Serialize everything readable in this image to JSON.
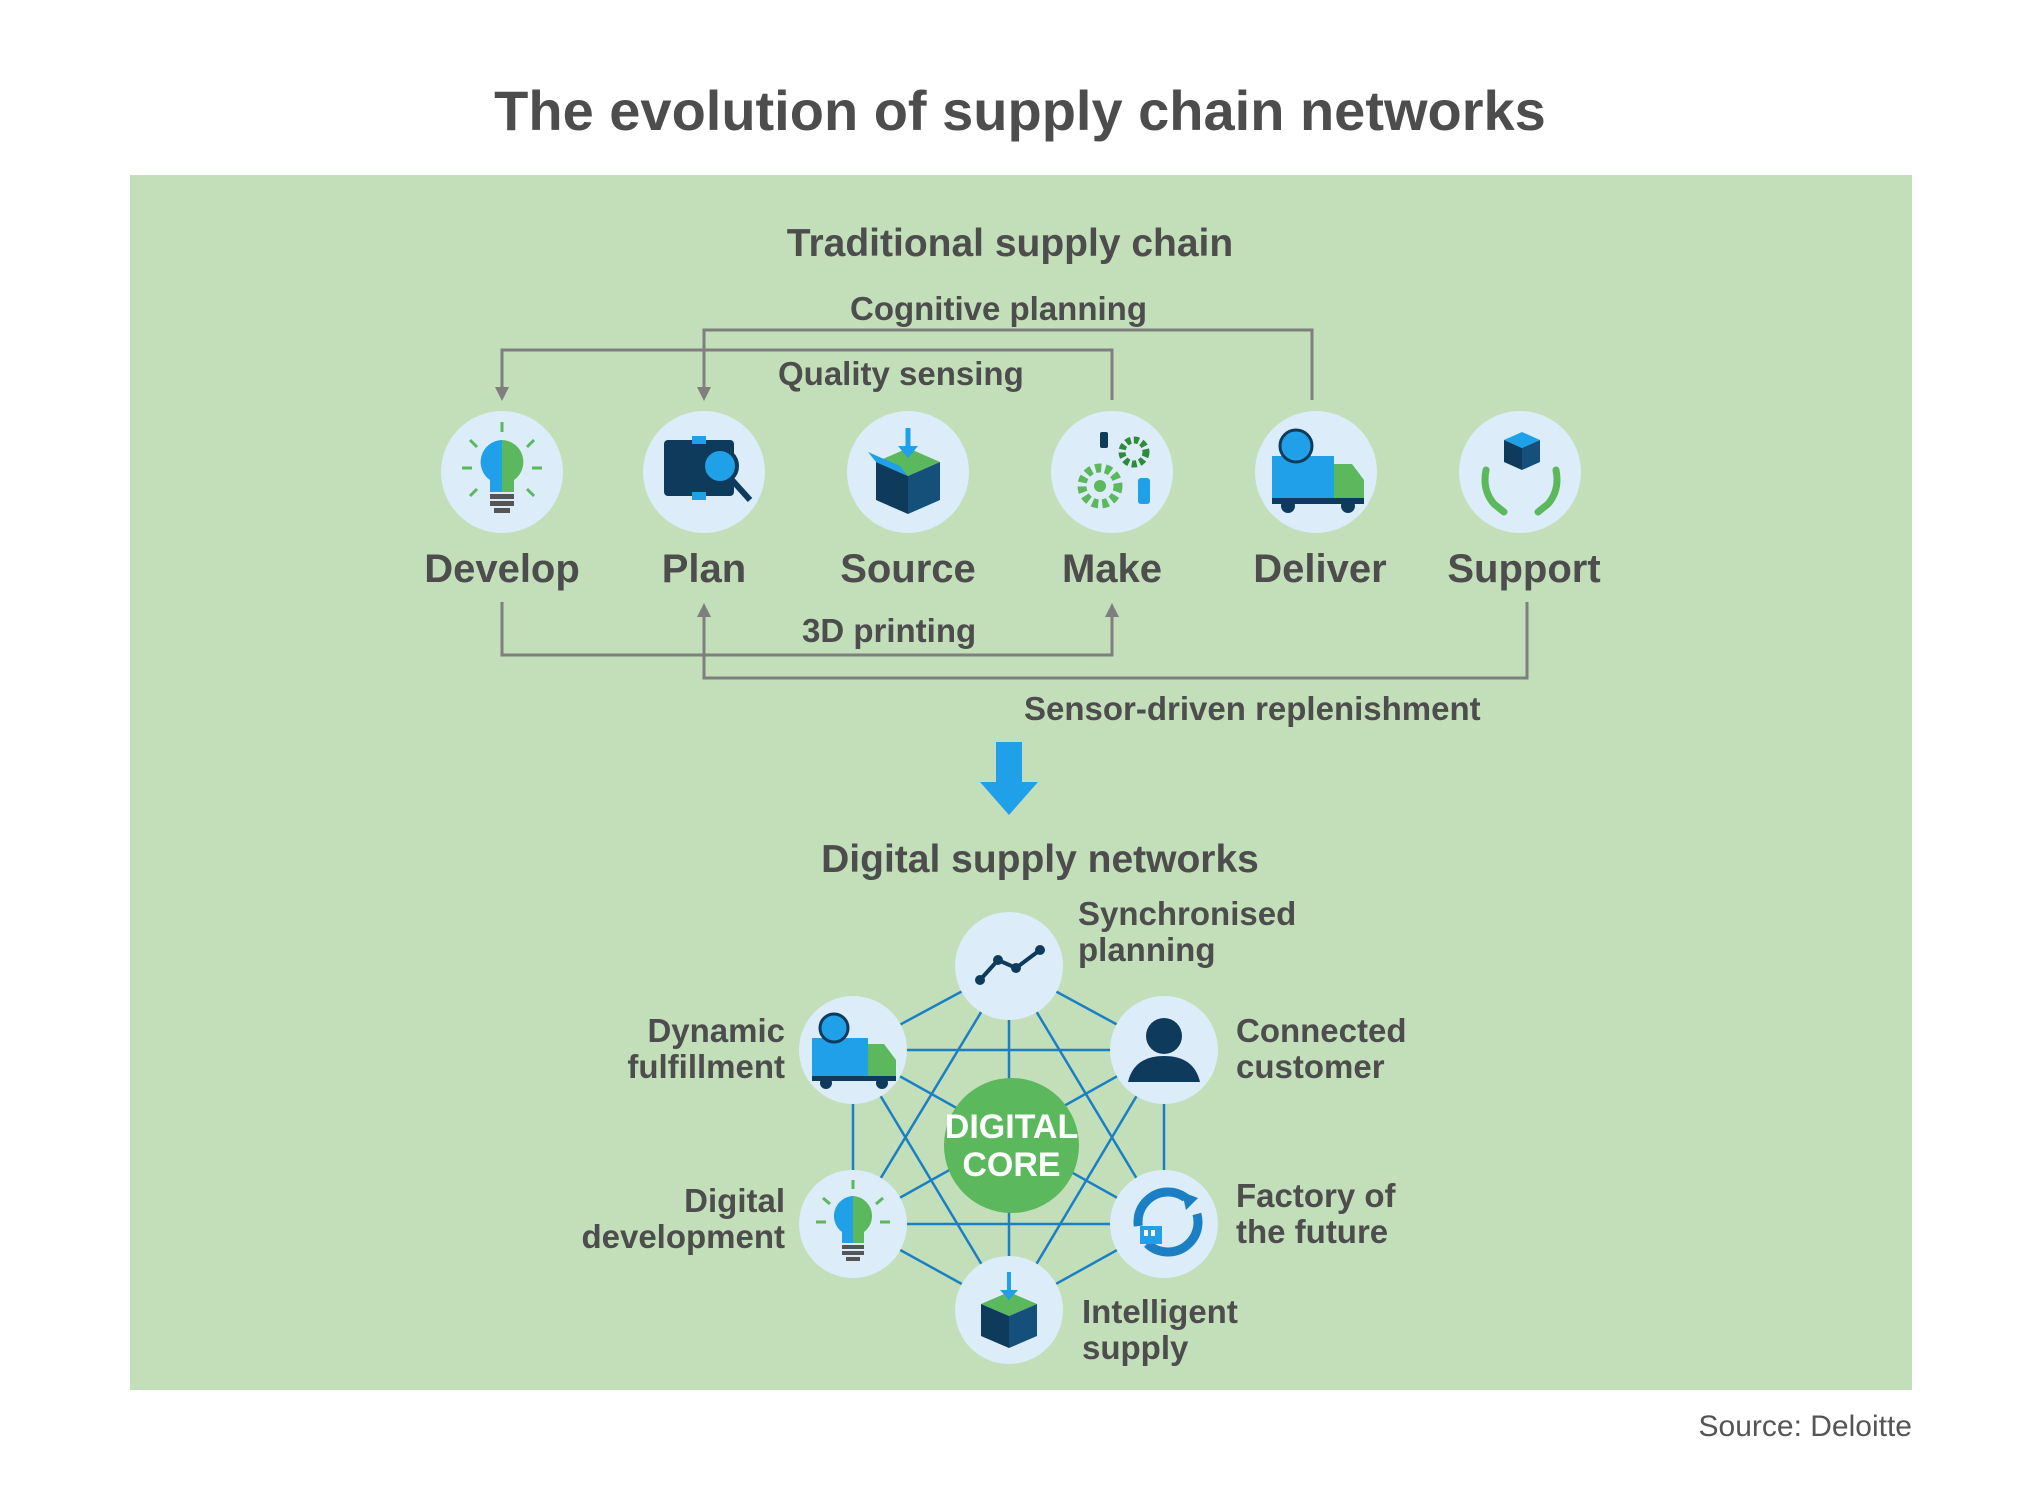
{
  "title": "The evolution of supply chain networks",
  "source": "Source: Deloitte",
  "traditional": {
    "heading": "Traditional supply chain",
    "stages": [
      {
        "label": "Develop",
        "icon": "lightbulb-icon"
      },
      {
        "label": "Plan",
        "icon": "puzzle-magnifier-icon"
      },
      {
        "label": "Source",
        "icon": "box-icon"
      },
      {
        "label": "Make",
        "icon": "gears-icon"
      },
      {
        "label": "Deliver",
        "icon": "truck-icon"
      },
      {
        "label": "Support",
        "icon": "hands-box-icon"
      }
    ],
    "links": {
      "cognitive_planning": "Cognitive planning",
      "quality_sensing": "Quality sensing",
      "printing_3d": "3D printing",
      "sensor_replenishment": "Sensor-driven replenishment"
    }
  },
  "digital": {
    "heading": "Digital supply networks",
    "core": {
      "line1": "DIGITAL",
      "line2": "CORE"
    },
    "nodes": [
      {
        "label_lines": [
          "Synchronised",
          "planning"
        ],
        "icon": "line-chart-icon"
      },
      {
        "label_lines": [
          "Connected",
          "customer"
        ],
        "icon": "person-icon"
      },
      {
        "label_lines": [
          "Factory of",
          "the future"
        ],
        "icon": "factory-refresh-icon"
      },
      {
        "label_lines": [
          "Intelligent",
          "supply"
        ],
        "icon": "box-icon"
      },
      {
        "label_lines": [
          "Digital",
          "development"
        ],
        "icon": "lightbulb-icon"
      },
      {
        "label_lines": [
          "Dynamic",
          "fulfillment"
        ],
        "icon": "truck-icon"
      }
    ]
  },
  "colors": {
    "panel": "#c2dfb9",
    "circle": "#dcecf8",
    "navy": "#0e3b5c",
    "blue": "#1fa0e8",
    "green": "#5cb85c",
    "line_blue": "#1b7fc4",
    "arrow_gray": "#7f7f7f"
  }
}
